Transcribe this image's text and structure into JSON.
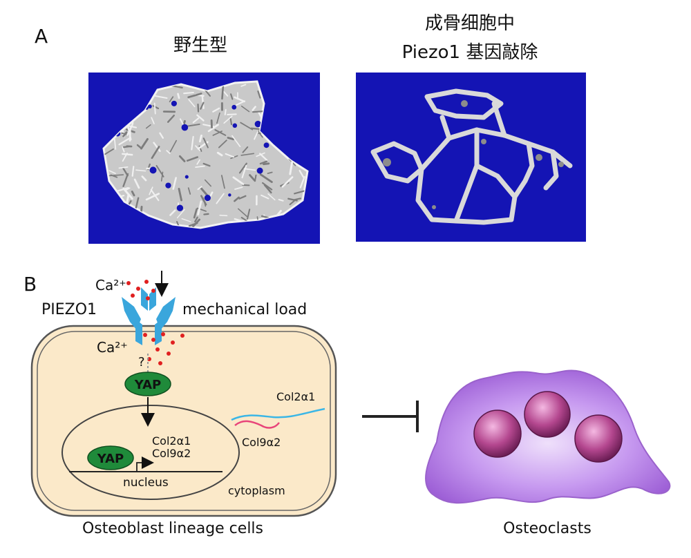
{
  "panel_a": {
    "label": "A",
    "wild_type": {
      "title": "野生型"
    },
    "knockout": {
      "title_line1": "成骨细胞中",
      "title_line2": "Piezo1 基因敲除"
    },
    "colors": {
      "background": "#1414b4",
      "bone_light": "#e8e8e8",
      "bone_dark": "#8a8a8a"
    }
  },
  "panel_b": {
    "label": "B",
    "ca_outside": "Ca²⁺",
    "ca_inside": "Ca²⁺",
    "question_mark": "?",
    "piezo1_label": "PIEZO1",
    "mechanical_load": "mechanical load",
    "yap_cytoplasm": "YAP",
    "yap_nucleus": "YAP",
    "gene_line1": "Col2α1",
    "gene_line2": "Col9α2",
    "nucleus_label": "nucleus",
    "cytoplasm_label": "cytoplasm",
    "mrna_col2a1": "Col2α1",
    "mrna_col9a2": "Col9α2",
    "cell_caption": "Osteoblast lineage cells",
    "osteoclast_caption": "Osteoclasts",
    "colors": {
      "cell_fill": "#fbe9c9",
      "piezo_blue": "#3aa6dc",
      "yap_green": "#1f8a3a",
      "calcium_red": "#e02020",
      "mrna_cyan": "#3ab6e6",
      "mrna_pink": "#e8457a",
      "osteoclast_purple": "#b27ae0",
      "osteoclast_nucleus": "#a8357f"
    }
  }
}
